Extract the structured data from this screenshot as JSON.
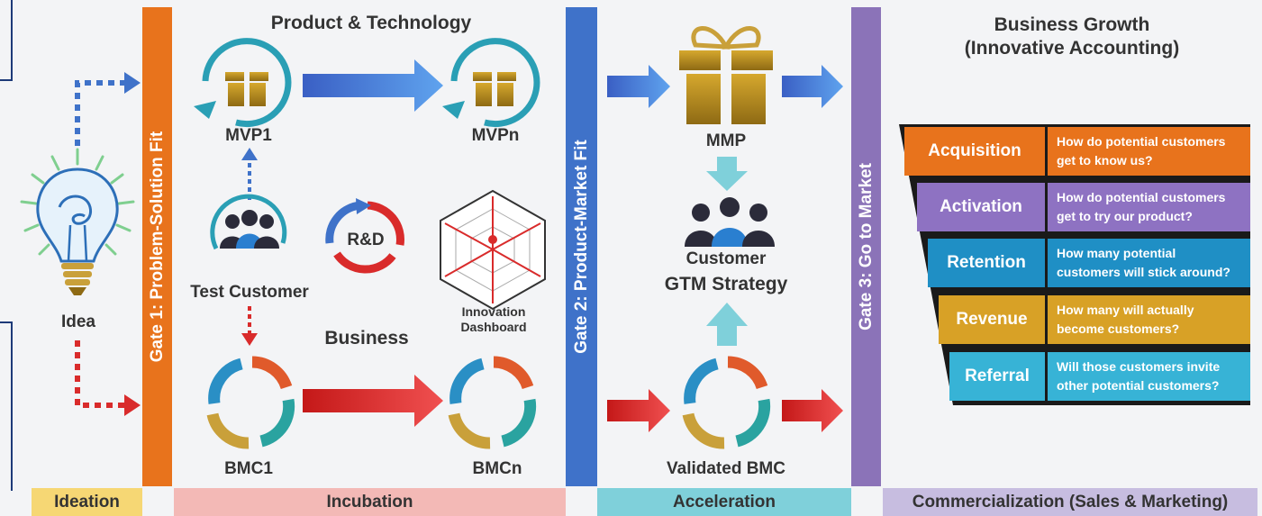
{
  "title_product": "Product & Technology",
  "title_growth_line1": "Business Growth",
  "title_growth_line2": "(Innovative Accounting)",
  "idea": "Idea",
  "mvp1": "MVP1",
  "mvpn": "MVPn",
  "mmp": "MMP",
  "test_customer": "Test Customer",
  "rnd": "R&D",
  "innovation_line1": "Innovation",
  "innovation_line2": "Dashboard",
  "business": "Business",
  "bmc1": "BMC1",
  "bmcn": "BMCn",
  "customer": "Customer",
  "gtm": "GTM Strategy",
  "validated_bmc": "Validated BMC",
  "gates": [
    {
      "label": "Gate 1: Problem-Solution Fit",
      "color": "#e8731c"
    },
    {
      "label": "Gate 2: Product-Market Fit",
      "color": "#3f72c9"
    },
    {
      "label": "Gate 3: Go to Market",
      "color": "#8b73b8"
    }
  ],
  "phases": [
    {
      "label": "Ideation",
      "color": "#f6d774"
    },
    {
      "label": "Incubation",
      "color": "#f3b9b6"
    },
    {
      "label": "Acceleration",
      "color": "#7fd0da"
    },
    {
      "label": "Commercialization (Sales & Marketing)",
      "color": "#c7bde0"
    }
  ],
  "funnel": [
    {
      "stage": "Acquisition",
      "q1": "How do potential customers",
      "q2": "get to know us?",
      "color": "#e8731c",
      "qcolor": "#e8731c"
    },
    {
      "stage": "Activation",
      "q1": "How do potential customers",
      "q2": "get to try our product?",
      "color": "#8e72c2",
      "qcolor": "#8e72c2"
    },
    {
      "stage": "Retention",
      "q1": "How many potential",
      "q2": "customers will stick around?",
      "color": "#1f8fc5",
      "qcolor": "#1f8fc5"
    },
    {
      "stage": "Revenue",
      "q1": "How many will actually",
      "q2": "become customers?",
      "color": "#d8a126",
      "qcolor": "#d8a126"
    },
    {
      "stage": "Referral",
      "q1": "Will those customers invite",
      "q2": "other potential customers?",
      "color": "#37b3d6",
      "qcolor": "#37b3d6"
    }
  ]
}
